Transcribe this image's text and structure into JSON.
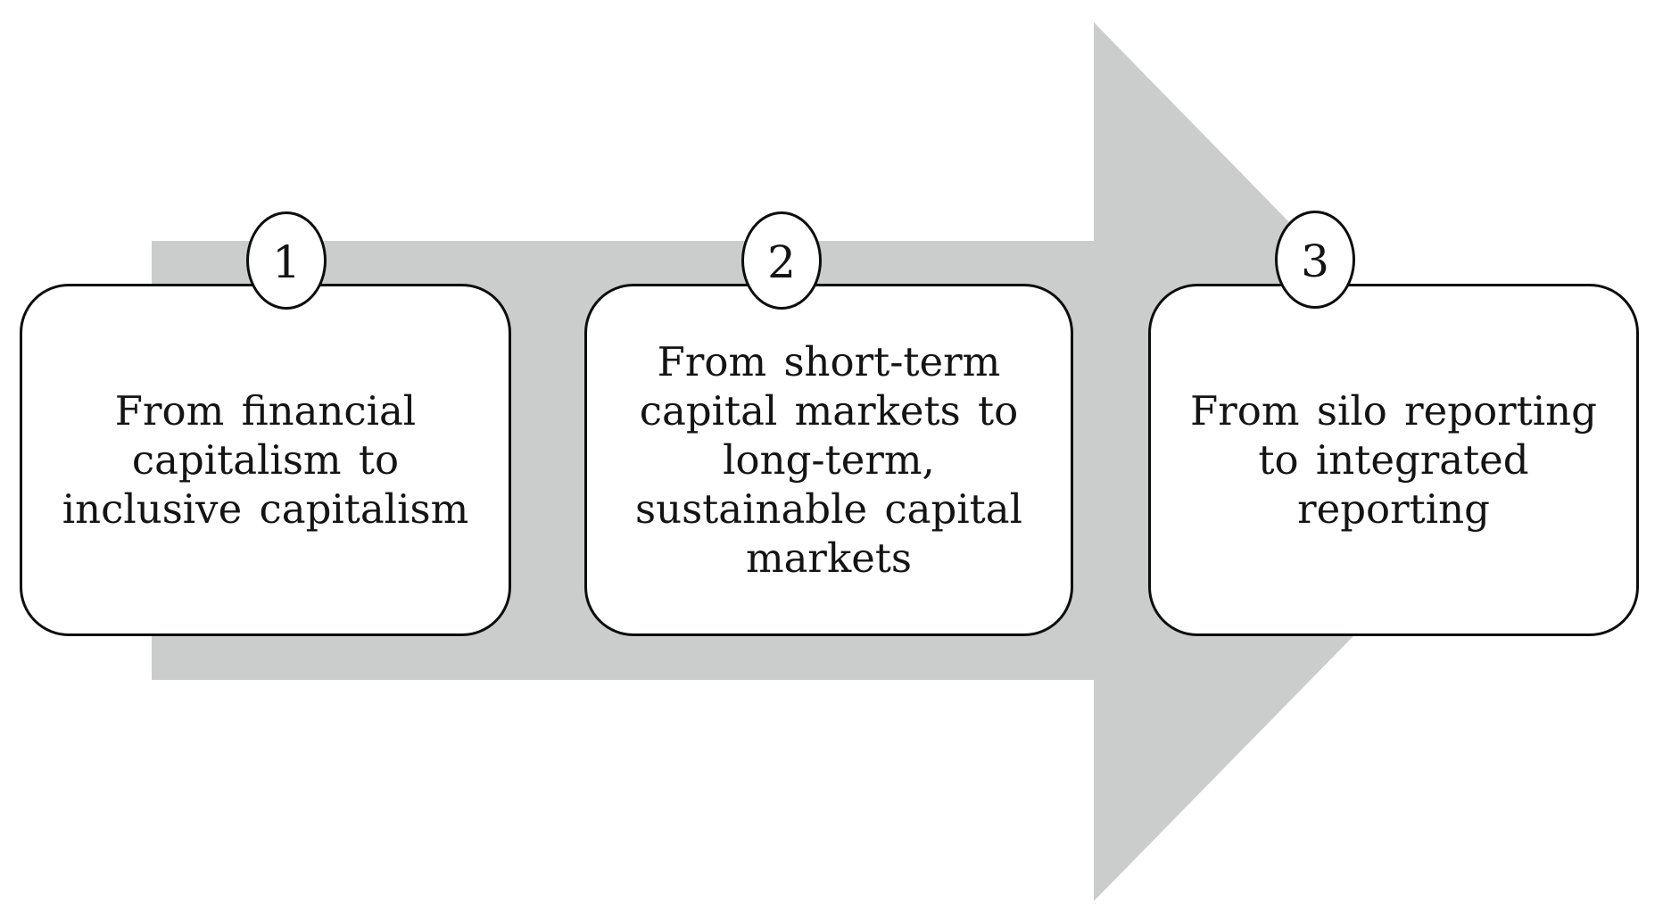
{
  "figure": {
    "type": "process-flow-diagram",
    "colors": {
      "background": "#ffffff",
      "arrow_fill": "#cbcdcc",
      "box_fill": "#ffffff",
      "box_border": "#0d0d0d",
      "text": "#141414"
    },
    "arrow": {
      "shape": "right-block-arrow",
      "direction": "right"
    },
    "steps": [
      {
        "number": "1",
        "text": "From financial capitalism to inclusive capitalism",
        "lines": [
          "From financial",
          "capitalism to",
          "inclusive capitalism"
        ]
      },
      {
        "number": "2",
        "text": "From short-term capital markets to long-term, sustainable capital markets",
        "lines": [
          "From short-term",
          "capital markets to",
          "long-term,",
          "sustainable capital",
          "markets"
        ]
      },
      {
        "number": "3",
        "text": "From silo reporting to integrated reporting",
        "lines": [
          "From silo reporting",
          "to integrated",
          "reporting"
        ]
      }
    ]
  }
}
